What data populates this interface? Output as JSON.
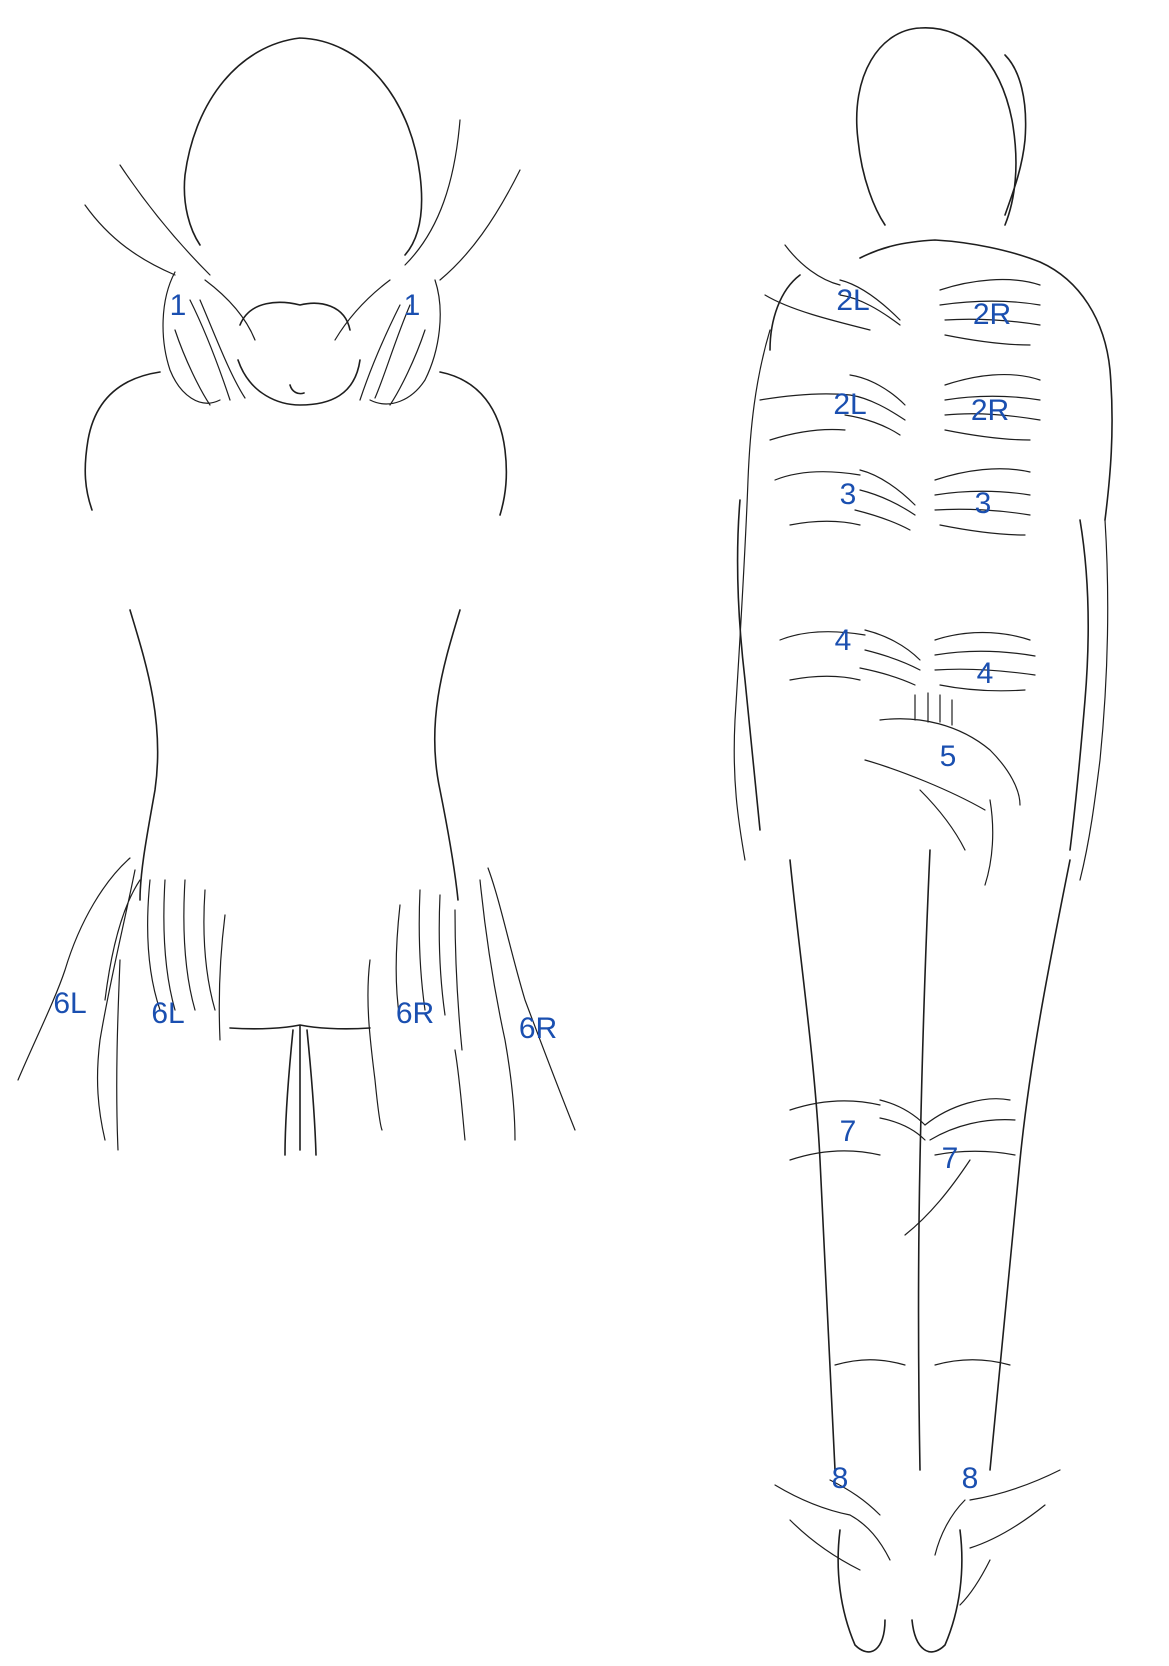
{
  "colors": {
    "ink": "#1e1e1e",
    "label": "#1a4fb0",
    "background": "#ffffff"
  },
  "left_figure": {
    "labels": {
      "p1a": "1",
      "p1b": "1",
      "p6l_outer": "6L",
      "p6l_inner": "6L",
      "p6r_inner": "6R",
      "p6r_outer": "6R"
    }
  },
  "right_figure": {
    "labels": {
      "p2l_upper": "2L",
      "p2r_upper": "2R",
      "p2l_lower": "2L",
      "p2r_lower": "2R",
      "p3_left": "3",
      "p3_right": "3",
      "p4_left": "4",
      "p4_right": "4",
      "p5": "5",
      "p7_left": "7",
      "p7_right": "7",
      "p8_left": "8",
      "p8_right": "8"
    }
  }
}
